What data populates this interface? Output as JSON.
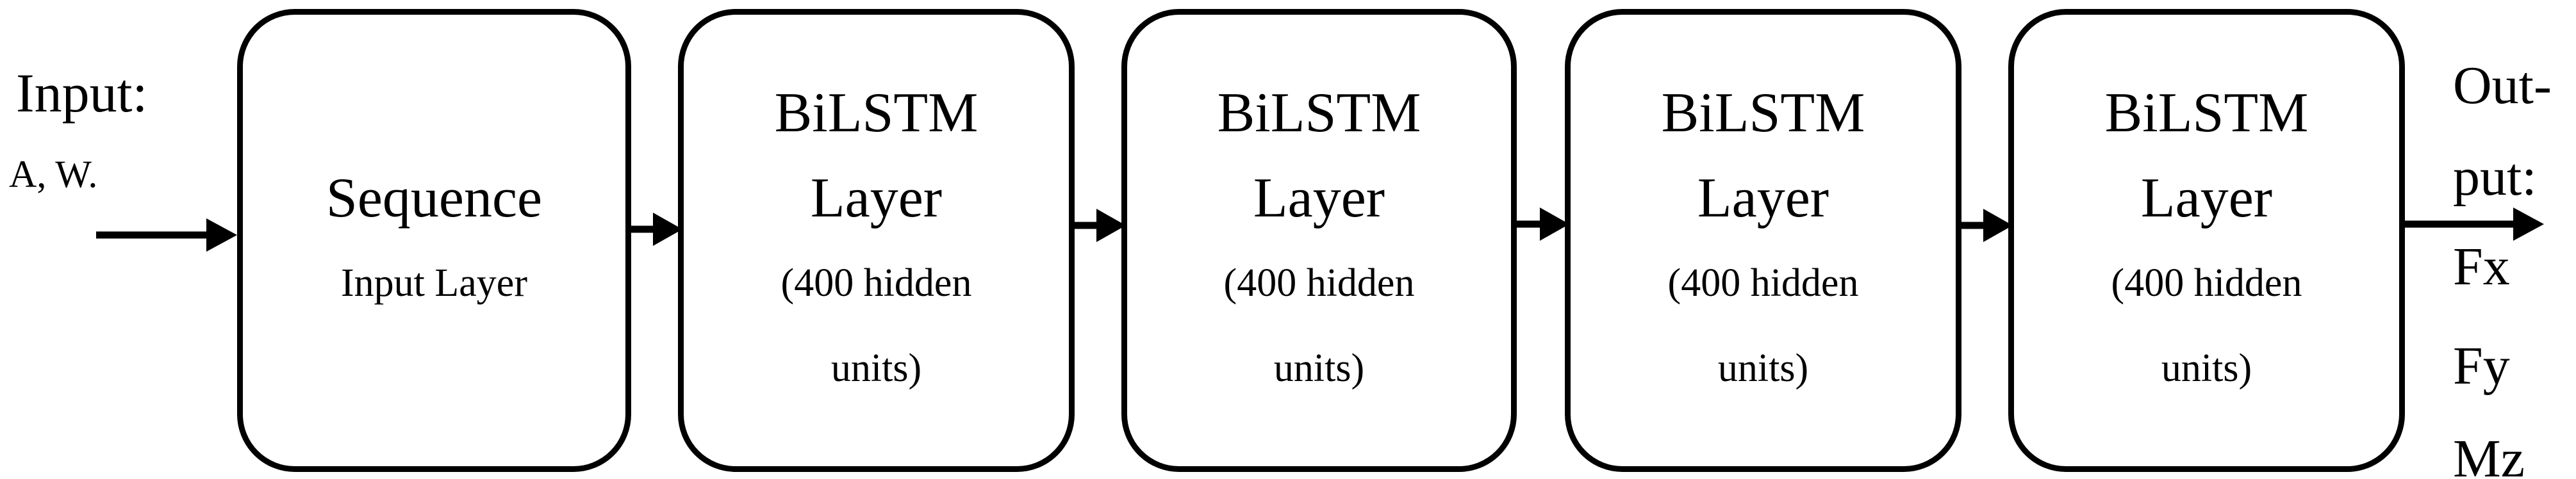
{
  "figure": {
    "type": "neural-network-architecture-diagram",
    "input_label": {
      "title": "Input:",
      "variables": "A, W."
    },
    "boxes": [
      {
        "title": "Sequence",
        "subtitle": "Input Layer"
      },
      {
        "title": "BiLSTM",
        "subtitle": "Layer",
        "detail1": "(400 hidden",
        "detail2": "units)"
      },
      {
        "title": "BiLSTM",
        "subtitle": "Layer",
        "detail1": "(400 hidden",
        "detail2": "units)"
      },
      {
        "title": "BiLSTM",
        "subtitle": "Layer",
        "detail1": "(400 hidden",
        "detail2": "units)"
      },
      {
        "title": "BiLSTM",
        "subtitle": "Layer",
        "detail1": "(400 hidden",
        "detail2": "units)"
      }
    ],
    "output_label": {
      "line1": "Out-",
      "line2": "put:",
      "line3": "Fx",
      "line4": "Fy",
      "line5": "Mz"
    },
    "colors": {
      "stroke": "#000000",
      "background": "#ffffff"
    }
  }
}
